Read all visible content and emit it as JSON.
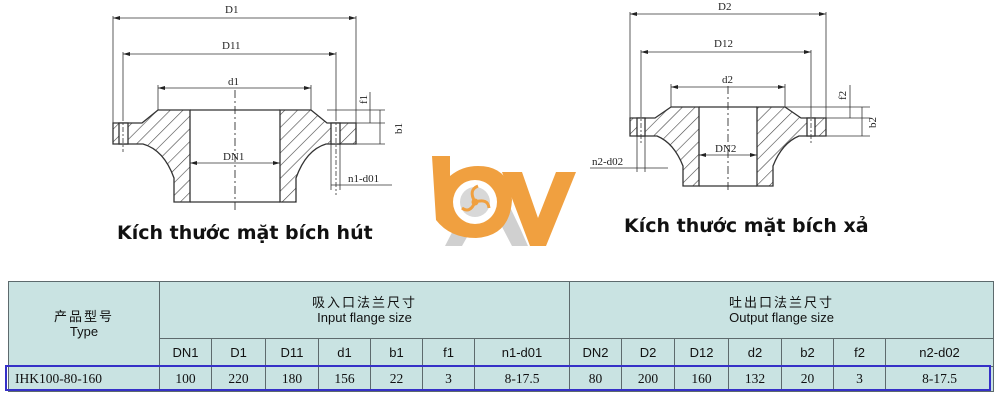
{
  "diagrams": {
    "input": {
      "labels": {
        "D": "D1",
        "D11": "D11",
        "d": "d1",
        "DN": "DN1",
        "f": "f1",
        "b": "b1",
        "bolt": "n1-d01"
      },
      "caption": "Kích thước mặt bích hút"
    },
    "output": {
      "labels": {
        "D": "D2",
        "D12": "D12",
        "d": "d2",
        "DN": "DN2",
        "f": "f2",
        "b": "b2",
        "bolt": "n2-d02"
      },
      "caption": "Kích thước mặt bích xả"
    }
  },
  "logo": {
    "colors": {
      "orange": "#f0a040",
      "gray": "#cfcfcf"
    }
  },
  "table": {
    "type_header_cn": "产品型号",
    "type_header_en": "Type",
    "input_group_cn": "吸入口法兰尺寸",
    "input_group_en": "Input flange size",
    "output_group_cn": "吐出口法兰尺寸",
    "output_group_en": "Output flange size",
    "columns": [
      "DN1",
      "D1",
      "D11",
      "d1",
      "b1",
      "f1",
      "n1-d01",
      "DN2",
      "D2",
      "D12",
      "d2",
      "b2",
      "f2",
      "n2-d02"
    ],
    "rows": [
      {
        "model": "IHK100-80-160",
        "values": [
          "100",
          "220",
          "180",
          "156",
          "22",
          "3",
          "8-17.5",
          "80",
          "200",
          "160",
          "132",
          "20",
          "3",
          "8-17.5"
        ]
      }
    ]
  },
  "colors": {
    "table_bg": "#c9e3e2",
    "highlight": "#3530c7",
    "hatch": "#444444"
  }
}
